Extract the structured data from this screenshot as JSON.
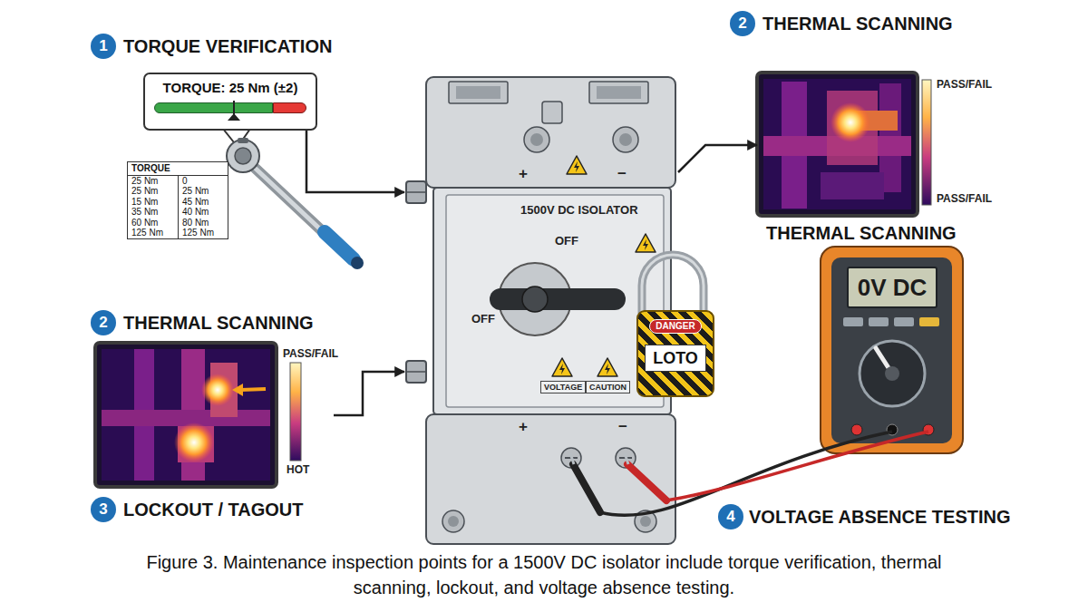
{
  "diagram": {
    "caption": "Figure 3. Maintenance inspection points for a 1500V DC isolator include torque verification, thermal scanning, lockout, and voltage absence testing.",
    "nodes": [
      {
        "text": [
          "TORQUE: 25 Nm (±2)"
        ]
      },
      {
        "text": [
          "TORQUE",
          "25 Nm",
          "0",
          "25 Nm",
          "25 Nm",
          "15 Nm",
          "45 Nm",
          "35 Nm",
          "40 Nm",
          "60 Nm",
          "80 Nm",
          "125 Nm",
          "125 Nm"
        ]
      },
      {
        "text": [
          "1500V DC ISOLATOR"
        ]
      },
      {
        "text": [
          "THERMAL SCANNING"
        ]
      },
      {
        "text": [
          "THERMAL SCANNING"
        ]
      },
      {
        "text": [
          "0V DC"
        ]
      },
      {
        "text": [
          "DANGER",
          "LOTO"
        ]
      }
    ],
    "edges": [
      {
        "from": 0,
        "to": 2,
        "arrow": "to"
      },
      {
        "from": 4,
        "to": 2,
        "arrow": "to"
      },
      {
        "from": 2,
        "to": 3,
        "arrow": "to"
      }
    ],
    "labels": [
      "1",
      "TORQUE VERIFICATION",
      "2",
      "THERMAL SCANNING",
      "PASS/FAIL",
      "PASS/FAIL",
      "2",
      "PASS/FAIL",
      "HOT",
      "3",
      "LOCKOUT / TAGOUT",
      "4",
      "VOLTAGE ABSENCE TESTING",
      "+",
      "−",
      "OFF",
      "OFF",
      "VOLTAGE",
      "CAUTION",
      "+",
      "−"
    ]
  }
}
